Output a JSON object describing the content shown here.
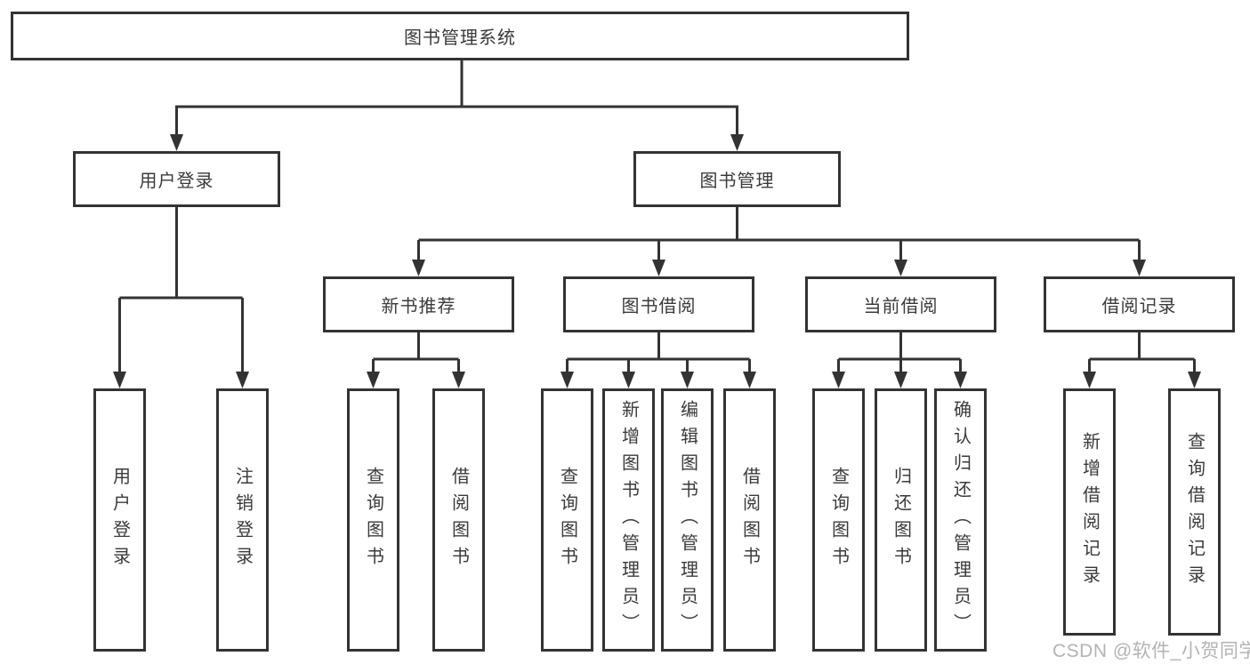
{
  "tree": {
    "root": {
      "label": "图书管理系统"
    },
    "branches": [
      {
        "label": "用户登录",
        "children": [
          {
            "label": "用户登录"
          },
          {
            "label": "注销登录"
          }
        ]
      },
      {
        "label": "图书管理",
        "groups": [
          {
            "label": "新书推荐",
            "children": [
              {
                "label": "查询图书"
              },
              {
                "label": "借阅图书"
              }
            ]
          },
          {
            "label": "图书借阅",
            "children": [
              {
                "label": "查询图书"
              },
              {
                "label": "新增图书（管理员）"
              },
              {
                "label": "编辑图书（管理员）"
              },
              {
                "label": "借阅图书"
              }
            ]
          },
          {
            "label": "当前借阅",
            "children": [
              {
                "label": "查询图书"
              },
              {
                "label": "归还图书"
              },
              {
                "label": "确认归还（管理员）"
              }
            ]
          },
          {
            "label": "借阅记录",
            "children": [
              {
                "label": "新增借阅记录"
              },
              {
                "label": "查询借阅记录"
              }
            ]
          }
        ]
      }
    ]
  },
  "watermark": {
    "text": "CSDN @软件_小贺同学"
  },
  "colors": {
    "line": "#333333",
    "box_border": "#333333",
    "box_fill": "#ffffff",
    "text": "#3a3a3a",
    "watermark": "#b3b3b3"
  }
}
